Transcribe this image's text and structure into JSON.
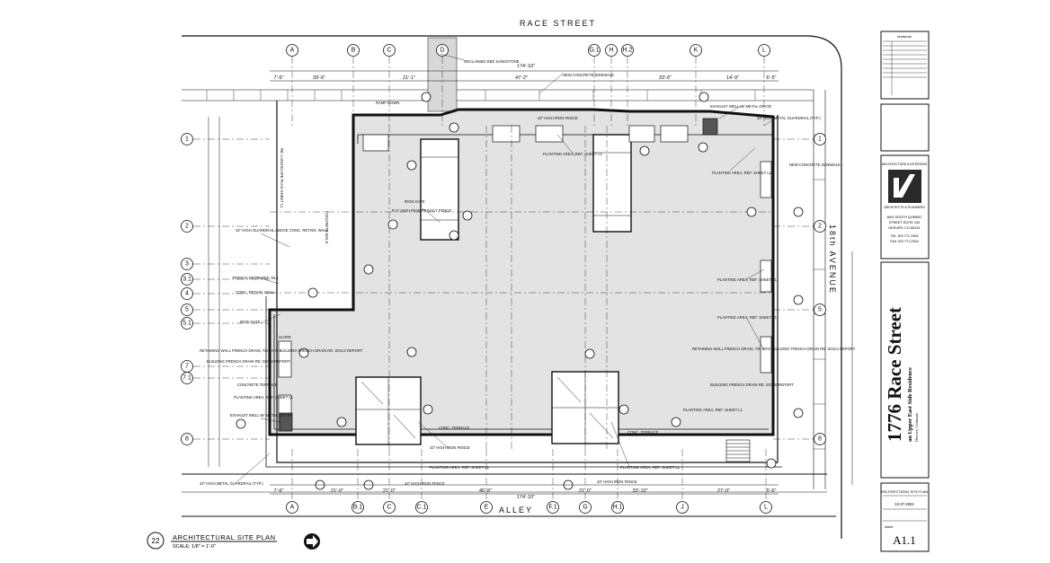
{
  "streets": {
    "north": "RACE STREET",
    "south": "ALLEY",
    "east": "18th AVENUE"
  },
  "grid_columns_top": [
    "A",
    "B",
    "C",
    "D",
    "G.1",
    "H",
    "H.2",
    "K",
    "L"
  ],
  "grid_columns_bottom": [
    "A",
    "B.1",
    "C",
    "C.1",
    "E",
    "F.1",
    "G",
    "H.1",
    "J",
    "L"
  ],
  "grid_rows": [
    "1",
    "2",
    "3",
    "3.1",
    "4",
    "5",
    "5.1",
    "7",
    "7.1",
    "8"
  ],
  "dimensions": {
    "top_overall": "174'-10\"",
    "bottom_overall": "174'-10\"",
    "top_segments": [
      "7'-6\"",
      "39'-6\"",
      "21'-1\"",
      "47'-2\"",
      "33'-6\"",
      "14'-9\"",
      "6'-5\""
    ],
    "bottom_segments": [
      "7'-6\"",
      "21'-0\"",
      "21'-0\"",
      "45'-8\"",
      "21'-0\"",
      "33'-10\"",
      "27'-0\"",
      "6'-6\""
    ]
  },
  "notes": {
    "reclaimed_sandstone": "RECLAIMED RED SANDSTONE",
    "new_concrete_sidewalk": "NEW CONCRETE SIDEWALK",
    "ramp_down": "RAMP DOWN",
    "high_fence_top": "42\" HIGH IRON FENCE",
    "exhaust_well": "EXHAUST WELL W/ METAL GRATE",
    "metal_guardrail_top": "42\" HIGH METAL GUARDRAIL (TYP.)",
    "new_concrete_sidewalk_east": "NEW CONCRETE SIDEWALK",
    "planting_area": "PLANTING AREA; REF: SHEET L1",
    "privacy_fence": "6'-0\" HIGH IRON PRIVACY FENCE",
    "iron_gate": "IRON GATE",
    "guardrail_wall": "42\" HIGH GUARDRAIL ABOVE CONC. RETAIN. WALL",
    "trench_drain": "TRENCH DRAIN REF: 6/L1",
    "conc_retain_wall": "CONC. RETAIN. WALL",
    "iron_gate_west": "IRON GATE",
    "retaining_wall_drain": "RETAINING WALL FRENCH DRAIN, TIE INTO BUILDING FRENCH DRAIN RE: SOILS REPORT",
    "building_drain": "BUILDING FRENCH DRAIN RE: SOILS REPORT",
    "concrete_terrace": "CONCRETE TERRACE",
    "conc_terrace": "CONC. TERRACE",
    "exhaust_well_west": "EXHAUST WELL W/ METAL GRATE",
    "metal_guardrail_bottom": "42\" HIGH METAL GUARDRAIL (TYP.)",
    "high_iron_fence": "42\" HIGH IRON FENCE",
    "landscape_plan": "RE: LANDSCAPE PLAN SHEET L1",
    "concrete_walk": "CONCRETE WALK",
    "slope": "SLOPE"
  },
  "drawing_title": {
    "number": "22",
    "title": "ARCHITECTURAL SITE PLAN",
    "scale": "SCALE: 1/8\" = 1'-0\""
  },
  "title_block": {
    "revisions_header": "revisions",
    "firm_name_top": "ARCHITECTURE & INTERIORS",
    "firm_name_bottom": "ARCHITECTS & PLANNERS",
    "firm_address": [
      "1600 SOUTH QUEBEC",
      "STREET SUITE 100",
      "DENVER, CO 80231"
    ],
    "firm_phone": "TEL 303 771 2304",
    "firm_fax": "FAX 303 771 2304",
    "project_title": "1776 Race Street",
    "project_subtitle": "an Upper East Side Residence",
    "project_location": "Denver, Colorado",
    "sheet_title": "ARCHITECTURAL SITE PLAN",
    "date": "10-27-2004",
    "sheet_label": "sheet",
    "sheet_number": "A1.1"
  },
  "colors": {
    "building_fill": "#e3e3e3",
    "line": "#111111",
    "paper": "#ffffff"
  }
}
